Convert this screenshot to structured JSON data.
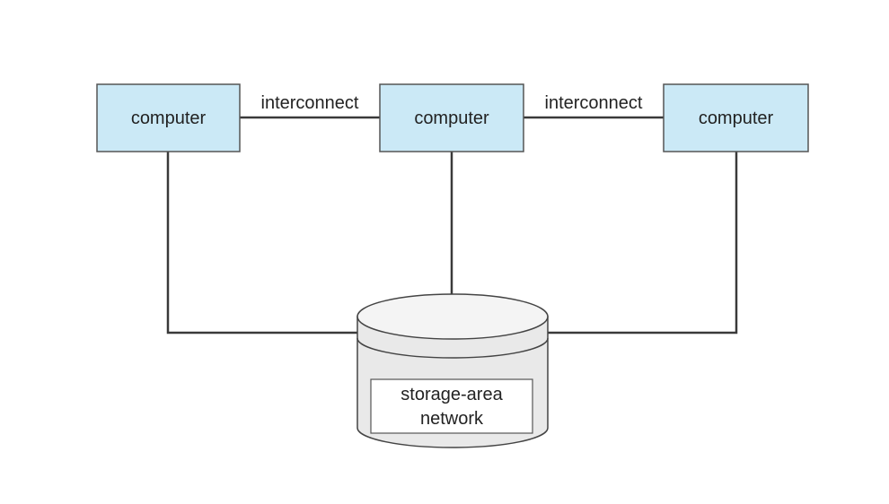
{
  "nodes": [
    {
      "id": "computer-left",
      "label": "computer"
    },
    {
      "id": "computer-center",
      "label": "computer"
    },
    {
      "id": "computer-right",
      "label": "computer"
    }
  ],
  "interconnects": [
    {
      "from": "computer-left",
      "to": "computer-center",
      "label": "interconnect"
    },
    {
      "from": "computer-center",
      "to": "computer-right",
      "label": "interconnect"
    }
  ],
  "storage": {
    "label_line1": "storage-area",
    "label_line2": "network"
  },
  "colors": {
    "node_fill": "#cbe9f6",
    "line": "#3a3a3a",
    "storage_fill": "#e9e9e9"
  }
}
